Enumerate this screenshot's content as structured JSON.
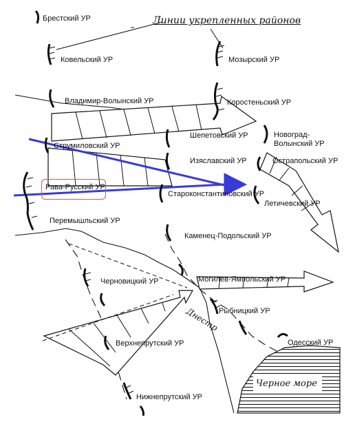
{
  "title": "Линии укрепленных районов",
  "colors": {
    "ink": "#111111",
    "blue_arrow": "#3a3ad8",
    "highlight": "#d9534f"
  },
  "regions": [
    {
      "id": "brest",
      "label": "Брестский УР"
    },
    {
      "id": "kovel",
      "label": "Ковельский УР"
    },
    {
      "id": "mozyr",
      "label": "Мозырский УР"
    },
    {
      "id": "vladimir",
      "label": "Владимир-Волынский УР"
    },
    {
      "id": "korosten",
      "label": "Коростеньский УР"
    },
    {
      "id": "novograd",
      "label": "Новоград-\nВолынский УР"
    },
    {
      "id": "shepetov",
      "label": "Шепетовский УР"
    },
    {
      "id": "strumil",
      "label": "Струмиловский УР"
    },
    {
      "id": "izyaslav",
      "label": "Изяславский УР"
    },
    {
      "id": "ostropol",
      "label": "Острапольский УР"
    },
    {
      "id": "rava",
      "label": "Рава-Русский УР"
    },
    {
      "id": "starokon",
      "label": "Староконстантиновский УР"
    },
    {
      "id": "letichev",
      "label": "Летичевский УР"
    },
    {
      "id": "peremysh",
      "label": "Перемышльский УР"
    },
    {
      "id": "kamenets",
      "label": "Каменец-Подольский УР"
    },
    {
      "id": "mogilev",
      "label": "Могилев-Ямпольский УР"
    },
    {
      "id": "chernovits",
      "label": "Черновицкий УР"
    },
    {
      "id": "rybnits",
      "label": "Рыбницкий УР"
    },
    {
      "id": "verkhneprut",
      "label": "Верхнепрутский УР"
    },
    {
      "id": "odessa",
      "label": "Одесский УР"
    },
    {
      "id": "nizhneprut",
      "label": "Нижнепрутский УР"
    }
  ],
  "river": "Днестр",
  "sea": "Черное море",
  "highlighted_region": "rava"
}
